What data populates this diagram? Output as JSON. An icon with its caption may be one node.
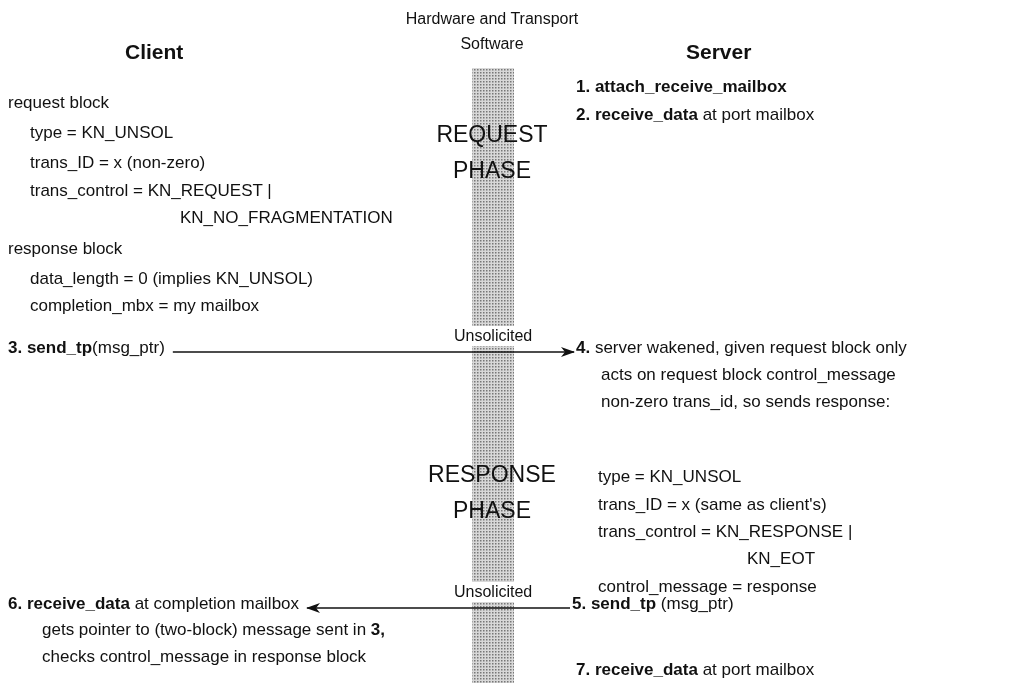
{
  "diagram": {
    "nodes": [
      {
        "text": [
          "**3. send_tp**(msg_ptr)"
        ]
      },
      {
        "text": [
          "**4.** server wakened, given request block only acts on request block control_message non-zero trans_id, so sends response:"
        ]
      },
      {
        "text": [
          "**5. send_tp** (msg_ptr)"
        ]
      },
      {
        "text": [
          "**6. receive_data** at completion mailbox"
        ],
        "beside": [
          "gets pointer to (two-block) message sent in **3,** checks control_message in response block"
        ]
      }
    ],
    "edges": [
      {
        "from": 0,
        "to": 1,
        "arrow": "to",
        "label": "Unsolicited"
      },
      {
        "from": 2,
        "to": 3,
        "arrow": "to",
        "label": "Unsolicited"
      }
    ],
    "labels": [
      "Hardware and Transport Software",
      "Client",
      "Server",
      "1. attach_receive_mailbox",
      "**2. receive_data** at port mailbox",
      "request block",
      "type = KN_UNSOL",
      "trans_ID = x (non-zero)",
      "trans_control = KN_REQUEST | KN_NO_FRAGMENTATION",
      "REQUEST PHASE",
      "response block",
      "data_length = 0 (implies KN_UNSOL)",
      "completion_mbx = my mailbox",
      "RESPONSE PHASE",
      "type = KN_UNSOL",
      "trans_ID = x (same as client's)",
      "trans_control = KN_RESPONSE | KN_EOT",
      "control_message = response",
      "**7. receive_data** at port mailbox"
    ]
  }
}
